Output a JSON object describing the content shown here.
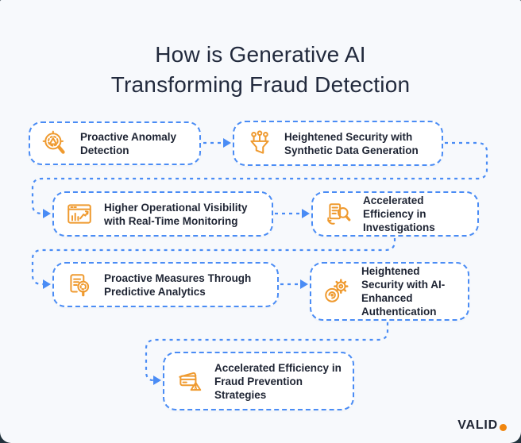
{
  "title": {
    "line1": "How is Generative AI",
    "line2": "Transforming Fraud Detection"
  },
  "boxes": [
    {
      "label": "Proactive Anomaly Detection",
      "icon": "anomaly-detection-icon"
    },
    {
      "label": "Heightened Security with Synthetic Data Generation",
      "icon": "synthetic-data-generation-icon"
    },
    {
      "label": "Higher Operational Visibility with Real-Time Monitoring",
      "icon": "real-time-monitoring-icon"
    },
    {
      "label": "Accelerated Efficiency in Investigations",
      "icon": "investigation-document-icon"
    },
    {
      "label": "Proactive Measures Through Predictive Analytics",
      "icon": "predictive-analytics-icon"
    },
    {
      "label": "Heightened Security with AI-Enhanced Authentication",
      "icon": "ai-authentication-icon"
    },
    {
      "label": "Accelerated Efficiency in Fraud Prevention Strategies",
      "icon": "fraud-prevention-card-icon"
    }
  ],
  "logo": {
    "text": "VALID"
  },
  "colors": {
    "accent_blue": "#4a8cf5",
    "icon_orange": "#ef9a2f",
    "text_navy": "#1e2433",
    "card_background": "#f7f9fc",
    "backdrop": "#22323c",
    "logo_dot_orange": "#f0860f"
  }
}
